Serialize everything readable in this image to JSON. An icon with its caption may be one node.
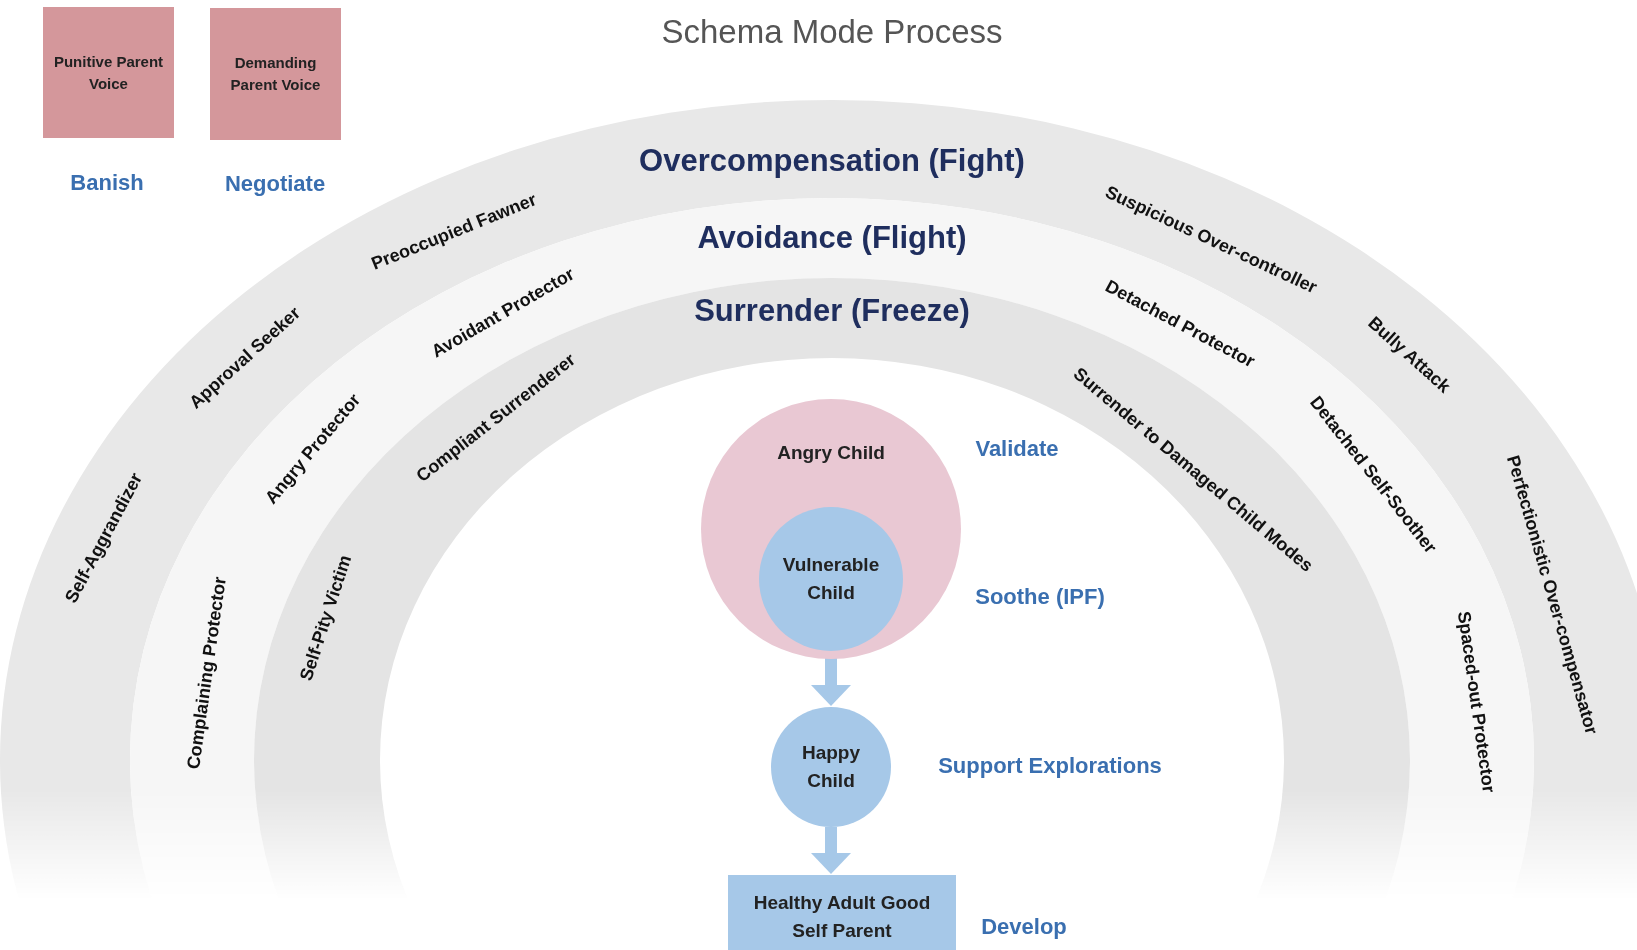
{
  "diagram": {
    "title": "Schema Mode Process",
    "nodes": [
      {
        "text": [
          "Punitive Parent Voice"
        ],
        "beside": [
          "Banish"
        ]
      },
      {
        "text": [
          "Demanding Parent Voice"
        ],
        "beside": [
          "Negotiate"
        ]
      },
      {
        "text": [
          "Overcompensation (Fight)"
        ]
      },
      {
        "text": [
          "Avoidance (Flight)"
        ]
      },
      {
        "text": [
          "Surrender (Freeze)"
        ]
      },
      {
        "text": [
          "Angry Child"
        ],
        "beside": [
          "Validate"
        ]
      },
      {
        "text": [
          "Vulnerable Child"
        ],
        "in": 5,
        "beside": [
          "Soothe (IPF)"
        ]
      },
      {
        "text": [
          "Happy Child"
        ],
        "beside": [
          "Support Explorations"
        ]
      },
      {
        "text": [
          "Healthy Adult Good Self Parent"
        ],
        "beside": [
          "Develop"
        ]
      }
    ],
    "edges": [
      {
        "from": 6,
        "to": 7,
        "arrow": "to"
      },
      {
        "from": 7,
        "to": 8,
        "arrow": "to"
      }
    ],
    "labels": [
      "Preoccupied Fawner",
      "Suspicious Over-controller",
      "Approval Seeker",
      "Avoidant Protector",
      "Detached Protector",
      "Bully Attack",
      "Angry Protector",
      "Compliant Surrenderer",
      "Surrender to Damaged Child Modes",
      "Self-Aggrandizer",
      "Detached Self-Soother",
      "Perfectionistic Over-compensator",
      "Complaining Protector",
      "Self-Pity Victim",
      "Spaced-out Protector"
    ]
  }
}
